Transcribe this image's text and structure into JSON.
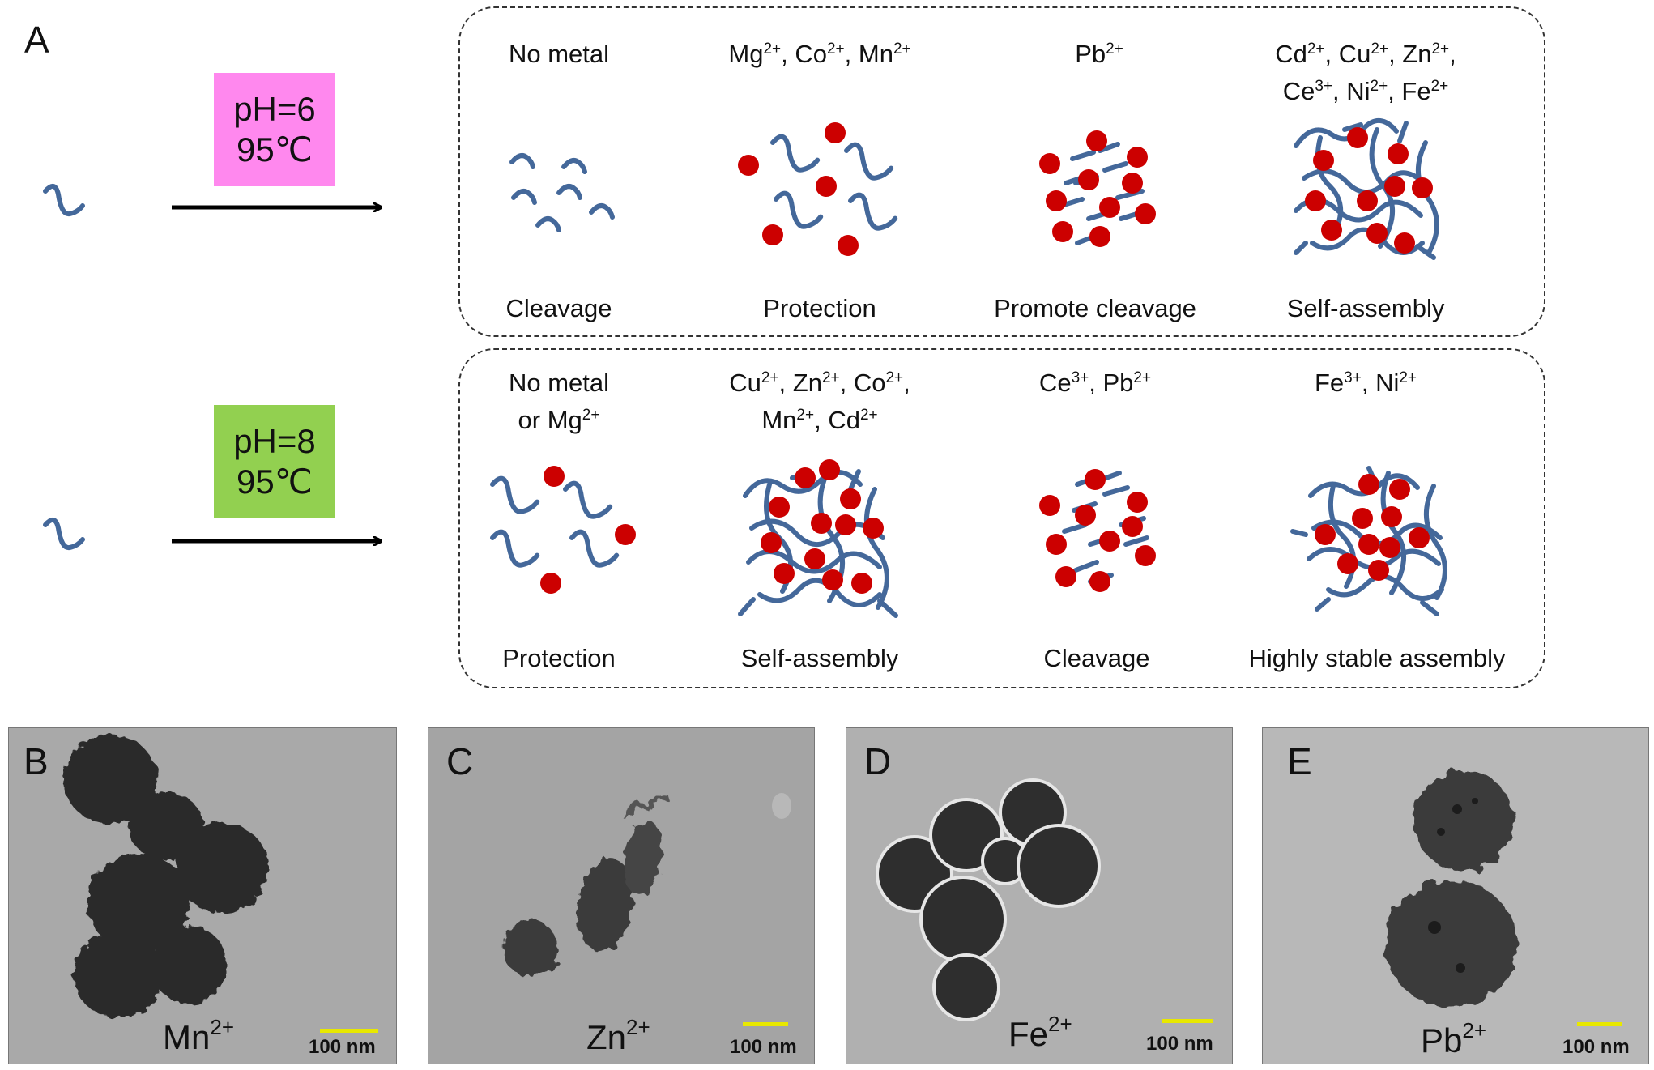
{
  "panel_a": {
    "letter": "A",
    "rows": [
      {
        "condition": {
          "ph": "pH=6",
          "temp": "95℃",
          "color": "#ff88ee"
        },
        "items": [
          {
            "metals": "No metal",
            "outcome": "Cleavage"
          },
          {
            "metals": "Mg2+, Co2+, Mn2+",
            "outcome": "Protection"
          },
          {
            "metals": "Pb2+",
            "outcome": "Promote cleavage"
          },
          {
            "metals": "Cd2+, Cu2+, Zn2+, Ce3+, Ni2+, Fe2+",
            "outcome": "Self-assembly"
          }
        ]
      },
      {
        "condition": {
          "ph": "pH=8",
          "temp": "95℃",
          "color": "#92d050"
        },
        "items": [
          {
            "metals": "No metal or Mg2+",
            "outcome": "Protection"
          },
          {
            "metals": "Cu2+, Zn2+, Co2+, Mn2+, Cd2+",
            "outcome": "Self-assembly"
          },
          {
            "metals": "Ce3+, Pb2+",
            "outcome": "Cleavage"
          },
          {
            "metals": "Fe3+, Ni2+",
            "outcome": "Highly stable assembly"
          }
        ]
      }
    ],
    "colors": {
      "strand": "#44689a",
      "metal_ion": "#cc0000"
    }
  },
  "tem_panels": [
    {
      "letter": "B",
      "ion": "Mn",
      "charge": "2+",
      "scale_bar": "100 nm"
    },
    {
      "letter": "C",
      "ion": "Zn",
      "charge": "2+",
      "scale_bar": "100 nm"
    },
    {
      "letter": "D",
      "ion": "Fe",
      "charge": "2+",
      "scale_bar": "100 nm"
    },
    {
      "letter": "E",
      "ion": "Pb",
      "charge": "2+",
      "scale_bar": "100 nm"
    }
  ]
}
